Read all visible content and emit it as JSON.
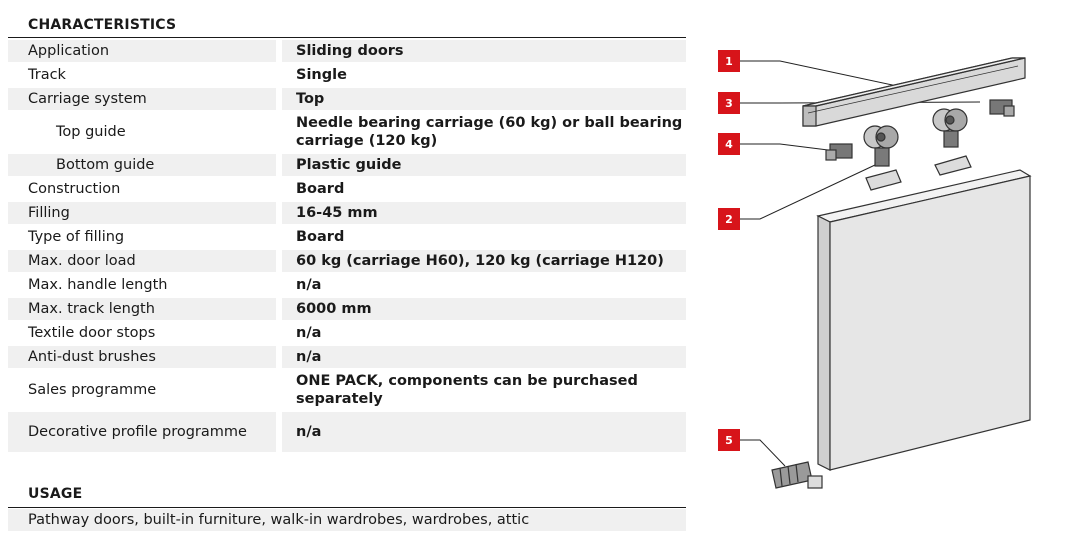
{
  "characteristics": {
    "title": "CHARACTERISTICS",
    "rows": [
      {
        "label": "Application",
        "value": "Sliding doors"
      },
      {
        "label": "Track",
        "value": "Single"
      },
      {
        "label": "Carriage system",
        "value": "Top"
      },
      {
        "label": "Top guide",
        "value": "Needle bearing carriage (60 kg) or ball bearing carriage (120 kg)"
      },
      {
        "label": "Bottom guide",
        "value": "Plastic guide"
      },
      {
        "label": "Construction",
        "value": "Board"
      },
      {
        "label": "Filling",
        "value": "16-45 mm"
      },
      {
        "label": "Type of filling",
        "value": "Board"
      },
      {
        "label": "Max. door load",
        "value": "60 kg (carriage H60), 120 kg (carriage H120)"
      },
      {
        "label": "Max. handle length",
        "value": "n/a"
      },
      {
        "label": "Max. track length",
        "value": "6000 mm"
      },
      {
        "label": "Textile door stops",
        "value": "n/a"
      },
      {
        "label": "Anti-dust brushes",
        "value": "n/a"
      },
      {
        "label": "Sales programme",
        "value": "ONE PACK, components can be purchased separately"
      },
      {
        "label": "Decorative profile programme",
        "value": "n/a"
      }
    ]
  },
  "usage": {
    "title": "USAGE",
    "text": "Pathway doors, built-in furniture, walk-in wardrobes, wardrobes, attic"
  },
  "diagram": {
    "accent_color": "#d7141a",
    "callouts": [
      "1",
      "2",
      "3",
      "4",
      "5"
    ]
  }
}
